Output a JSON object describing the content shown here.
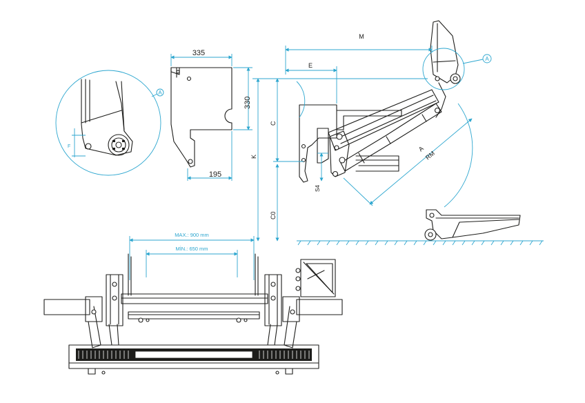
{
  "plate": {
    "width_top": "335",
    "height_right": "330",
    "width_bottom": "195"
  },
  "side_view": {
    "dim_m": "M",
    "dim_e": "E",
    "dim_c": "C",
    "dim_k": "K",
    "dim_c0": "C0",
    "dim_s4": "S4",
    "dim_a": "A",
    "dim_rm": "RM"
  },
  "detail": {
    "marker_a": "A",
    "dim_f": "F"
  },
  "front_view": {
    "max_label": "MAX.: 900 mm",
    "min_label": "MİN.: 650 mm"
  },
  "colors": {
    "dimension": "#2ca6cf",
    "outline": "#1d1d1b"
  }
}
